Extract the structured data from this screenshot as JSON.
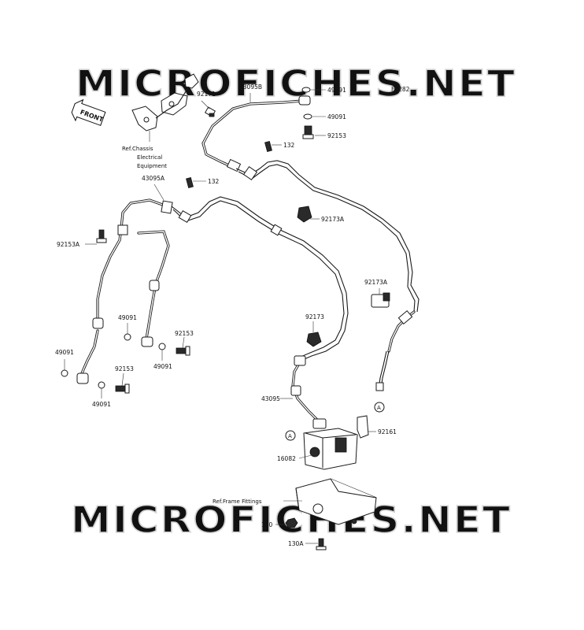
{
  "diagram_code": "F2282",
  "watermark_text": "MICROFICHES.NET",
  "direction_label": "FRONT",
  "ref_labels": {
    "chassis_electrical": [
      "Ref.Chassis",
      "Electrical",
      "Equipment"
    ],
    "frame_fittings": "Ref.Frame Fittings"
  },
  "callout_marker": "A",
  "part_numbers": {
    "hose_43095B": "43095B",
    "ring_49091_top1": "49091",
    "ring_49091_top2": "49091",
    "bolt_92153_top": "92153",
    "bolt_132_top": "132",
    "clamp_92171": "92171",
    "hose_43095A": "43095A",
    "bolt_132_mid": "132",
    "clip_92173A_upper": "92173A",
    "bolt_92153A": "92153A",
    "clip_92173A_right": "92173A",
    "clip_92173": "92173",
    "ring_49091_left1": "49091",
    "bolt_92153_mid": "92153",
    "ring_49091_mid2": "49091",
    "ring_49091_left2": "49091",
    "bolt_92153_low": "92153",
    "ring_49091_low": "49091",
    "hose_43095": "43095",
    "bracket_92161": "92161",
    "abs_unit_16082": "16082",
    "bolt_130": "130",
    "bolt_130A": "130A"
  }
}
